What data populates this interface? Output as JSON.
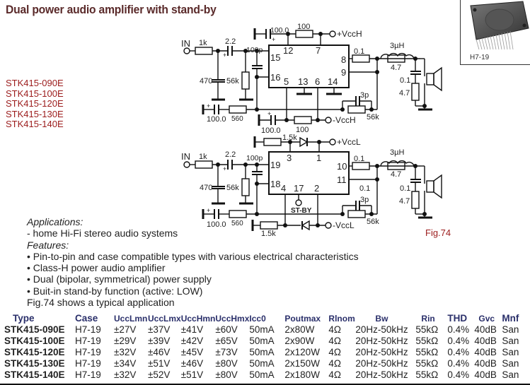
{
  "header": {
    "title": "Dual power audio amplifier with stand-by"
  },
  "models": [
    "STK415-090E",
    "STK415-100E",
    "STK415-120E",
    "STK415-130E",
    "STK415-140E"
  ],
  "package": {
    "image_icon": "ic-package-icon",
    "label": "H7-19"
  },
  "figure": {
    "label": "Fig.74"
  },
  "schematic": {
    "upper": {
      "in_label": "IN",
      "r_in": "1k",
      "c_in": "2.2",
      "c_470": "470",
      "r_56k_in": "56k",
      "c_100p": "100p",
      "c_top": "100.0",
      "r_top": "100",
      "vcc_pos": "+VccH",
      "vcc_neg": "-VccH",
      "c_fb": "100.0",
      "r_fb": "560",
      "c_neg": "100.0",
      "r_neg": "100",
      "pins": [
        "12",
        "7",
        "15",
        "16",
        "5",
        "13",
        "6",
        "14",
        "8",
        "9"
      ],
      "r_out": "0.1",
      "inductor": "3µH",
      "r_ind": "4.7",
      "c_zobel": "0.1",
      "r_zobel": "4.7",
      "c_3p": "3p",
      "r_56k_fb": "56k"
    },
    "lower": {
      "in_label": "IN",
      "r_in": "1k",
      "c_in": "2.2",
      "c_470": "470",
      "r_56k_in": "56k",
      "c_100p": "100p",
      "r_top": "1.5k",
      "vcc_pos": "+VccL",
      "vcc_neg": "-VccL",
      "c_fb": "100.0",
      "r_fb": "560",
      "r_neg": "1.5k",
      "pins": [
        "3",
        "1",
        "19",
        "18",
        "4",
        "17",
        "2",
        "10",
        "11"
      ],
      "stby": "ST-BY",
      "r_out": "0.1",
      "inductor": "3µH",
      "r_ind": "4.7",
      "c_zobel": "0.1",
      "r_zobel": "4.7",
      "r_out2": "0.1",
      "c_3p": "3p",
      "r_56k_fb": "56k"
    }
  },
  "description": {
    "applications_heading": "Applications:",
    "applications": [
      "- home Hi-Fi stereo audio systems"
    ],
    "features_heading": "Features:",
    "features": [
      "• Pin-to-pin and case compatible types with various electrical characteristics",
      "• Class-H power audio amplifier",
      "• Dual (bipolar, symmetrical) power supply",
      "• Buit-in stand-by function (active: LOW)"
    ],
    "note": "Fig.74 shows a typical application"
  },
  "table": {
    "headers": [
      "Type",
      "Case",
      "UccLmn",
      "UccLmx",
      "UccHmn",
      "UccHmx",
      "Icc0",
      "Poutmax",
      "Rlnom",
      "Bw",
      "Rin",
      "THD",
      "Gvc",
      "Mnf"
    ],
    "rows": [
      [
        "STK415-090E",
        "H7-19",
        "±27V",
        "±37V",
        "±41V",
        "±60V",
        "50mA",
        "2x80W",
        "4Ω",
        "20Hz-50kHz",
        "55kΩ",
        "0.4%",
        "40dB",
        "San"
      ],
      [
        "STK415-100E",
        "H7-19",
        "±29V",
        "±39V",
        "±42V",
        "±65V",
        "50mA",
        "2x90W",
        "4Ω",
        "20Hz-50kHz",
        "55kΩ",
        "0.4%",
        "40dB",
        "San"
      ],
      [
        "STK415-120E",
        "H7-19",
        "±32V",
        "±46V",
        "±45V",
        "±73V",
        "50mA",
        "2x120W",
        "4Ω",
        "20Hz-50kHz",
        "55kΩ",
        "0.4%",
        "40dB",
        "San"
      ],
      [
        "STK415-130E",
        "H7-19",
        "±34V",
        "±51V",
        "±46V",
        "±80V",
        "50mA",
        "2x150W",
        "4Ω",
        "20Hz-50kHz",
        "55kΩ",
        "0.4%",
        "40dB",
        "San"
      ],
      [
        "STK415-140E",
        "H7-19",
        "±32V",
        "±52V",
        "±51V",
        "±80V",
        "50mA",
        "2x180W",
        "4Ω",
        "20Hz-50kHz",
        "55kΩ",
        "0.4%",
        "40dB",
        "San"
      ]
    ]
  }
}
